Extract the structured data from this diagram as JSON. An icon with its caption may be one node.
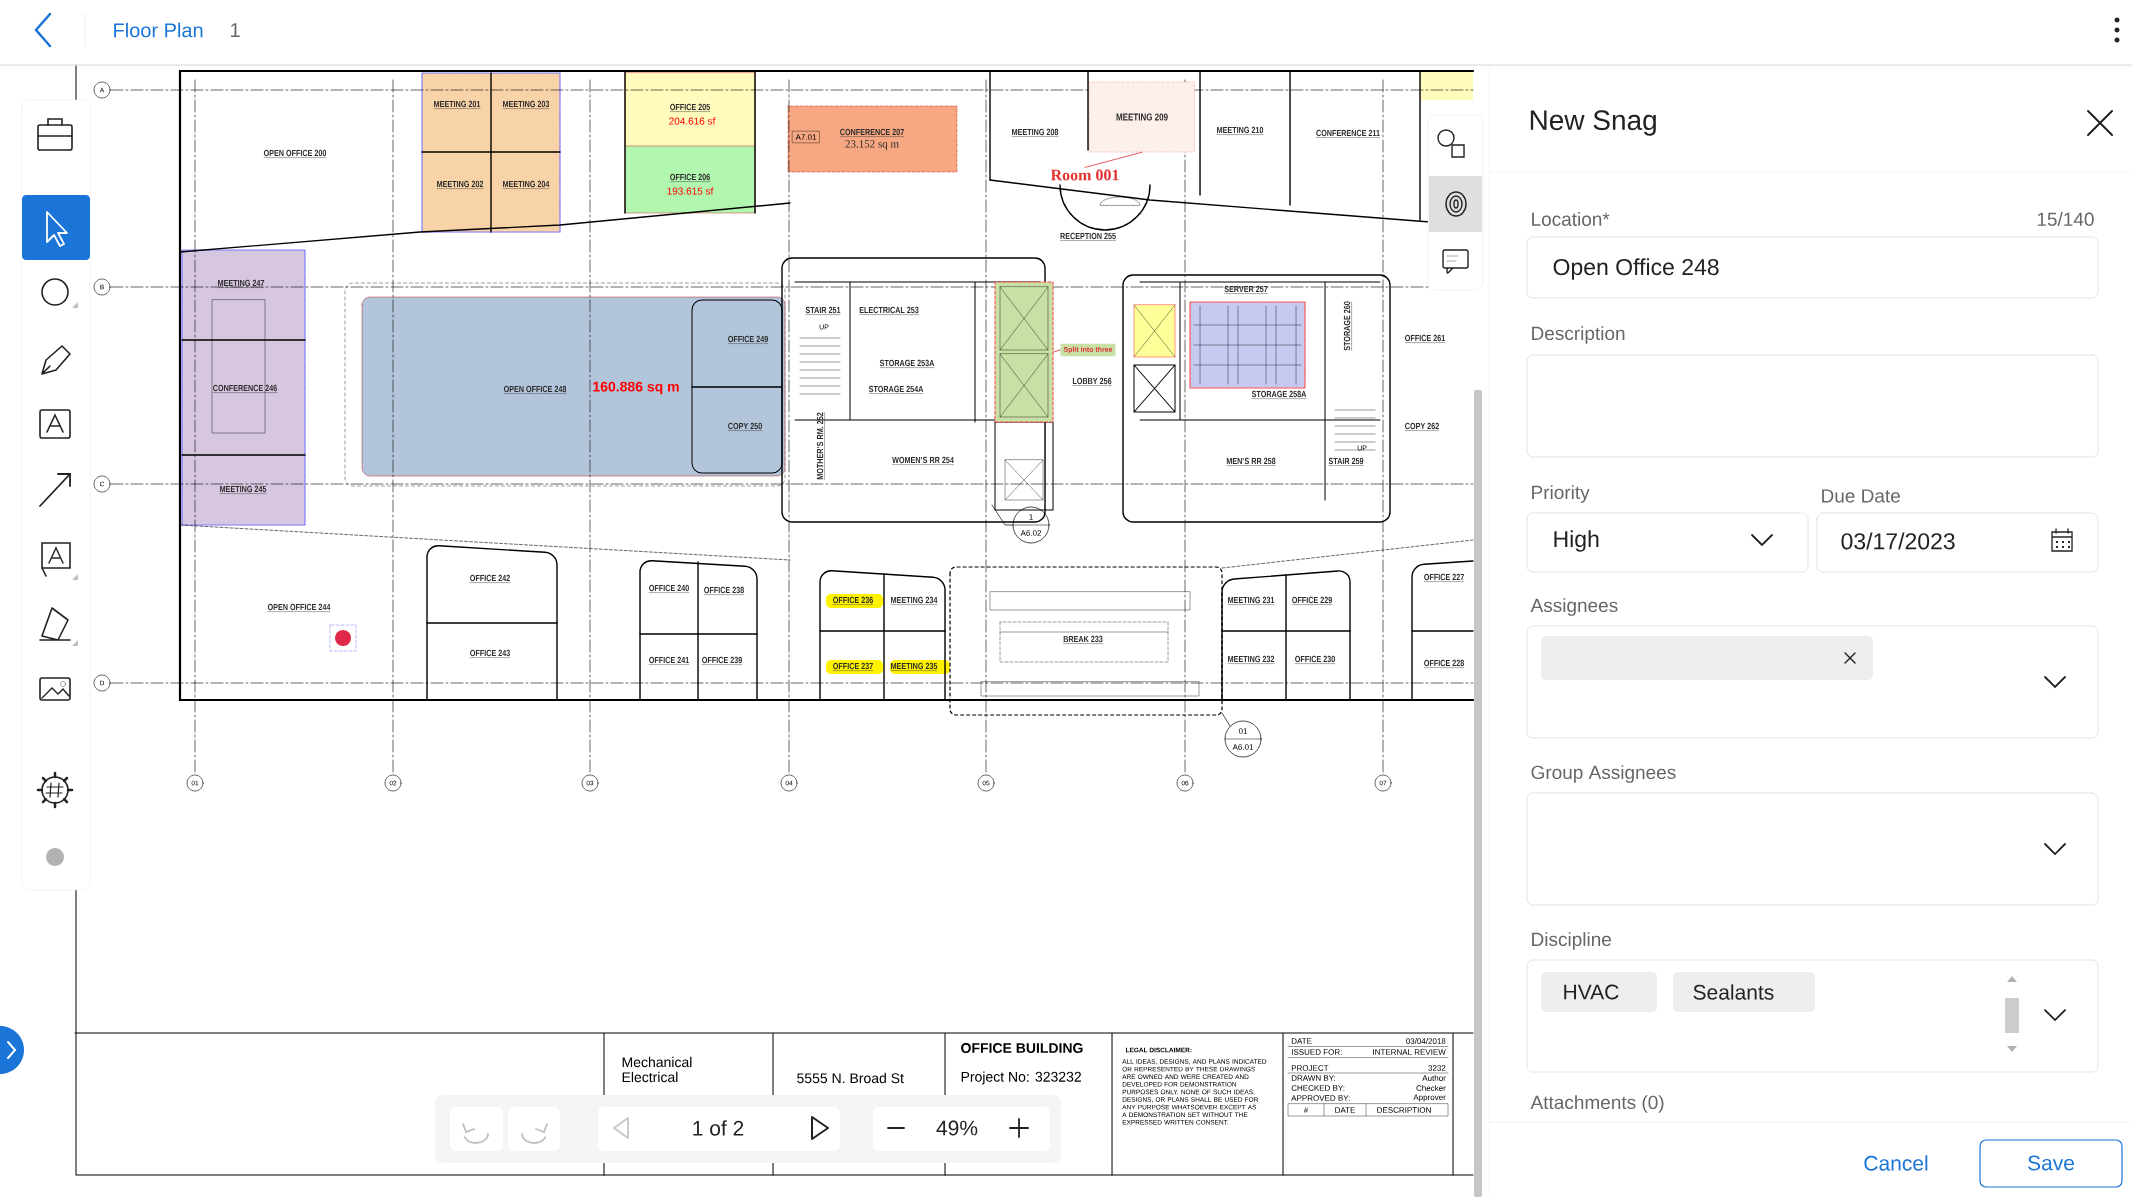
{
  "diagram": {
    "nodes": [
      {
        "text": [
          "Room 001"
        ]
      },
      {
        "text": [
          "MEETING 209"
        ]
      },
      {
        "text": [
          "Split into three"
        ]
      },
      {
        "text": [],
        "shape": "cloud"
      },
      {
        "text": [
          "1",
          "A6.02"
        ]
      },
      {
        "text": [
          "01",
          "A6.01"
        ]
      },
      {
        "text": [],
        "shape": "box"
      },
      {
        "text": [],
        "shape": "box"
      },
      {
        "text": [],
        "shape": "box"
      },
      {
        "text": [],
        "shape": "box"
      }
    ],
    "edges": [
      {
        "from": 0,
        "to": 1,
        "arrow": "none",
        "color": "#e03030"
      },
      {
        "from": 2,
        "to": 3,
        "arrow": "none",
        "color": "#e03030"
      },
      {
        "from": 4,
        "to": null,
        "arrow": "none",
        "color": "#222222"
      },
      {
        "from": 5,
        "to": null,
        "arrow": "none",
        "color": "#222222"
      }
    ],
    "labels": [
      "Floor Plan",
      "1",
      "New Snag",
      "Location*",
      "15/140",
      "Open Office 248",
      "Description",
      "Priority",
      "Due Date",
      "High",
      "03/17/2023",
      "Assignees",
      "Group Assignees",
      "Discipline",
      "HVAC",
      "Sealants",
      "Attachments (0)",
      "Cancel",
      "Save",
      "1 of 2",
      "49%",
      "Mechanical",
      "Electrical",
      "5555 N. Broad St",
      "OFFICE BUILDING",
      "Project No: 323232",
      "LEGAL DISCLAIMER:",
      "ALL IDEAS, DESIGNS, AND PLANS INDICATED OR REPRESENTED BY THESE DRAWINGS ARE OWNED AND WERE CREATED AND DEVELOPED FOR DEMONSTRATION PURPOSES ONLY. NONE OF SUCH IDEAS, DESIGNS, OR PLANS SHALL BE USED FOR ANY PURPOSE WHATSOEVER EXCEPT AS A DEMONSTRATION SET WITHOUT THE EXPRESSED WRITTEN CONSENT.",
      "DATE",
      "03/04/2018",
      "ISSUED FOR:",
      "INTERNAL REVIEW",
      "PROJECT",
      "3232",
      "DRAWN BY:",
      "Author",
      "CHECKED BY:",
      "Checker",
      "APPROVED BY:",
      "Approver",
      "#",
      "DATE",
      "DESCRIPTION",
      "A",
      "B",
      "C",
      "D",
      "01",
      "02",
      "03",
      "04",
      "05",
      "06",
      "07",
      "OPEN OFFICE 200",
      "MEETING 201",
      "MEETING 203",
      "MEETING 202",
      "MEETING 204",
      "OFFICE 205",
      "204.616 sf",
      "OFFICE 206",
      "193.615 sf",
      "A7.01",
      "CONFERENCE 207",
      "23.152 sq m",
      "MEETING 208",
      "MEETING 210",
      "CONFERENCE 211",
      "RECEPTION 255",
      "MEETING 247",
      "CONFERENCE 246",
      "MEETING 245",
      "OPEN OFFICE 248",
      "160.886 sq m",
      "OFFICE 249",
      "COPY 250",
      "STAIR 251",
      "ELECTRICAL 253",
      "UP",
      "STORAGE 253A",
      "STORAGE 254A",
      "MOTHER'S RM. 252",
      "WOMEN'S RR 254",
      "LOBBY 256",
      "SERVER 257",
      "STORAGE 260",
      "OFFICE 261",
      "STORAGE 258A",
      "UP",
      "COPY 262",
      "MEN'S RR 258",
      "STAIR 259",
      "OPEN OFFICE 244",
      "OFFICE 242",
      "OFFICE 240",
      "OFFICE 238",
      "OFFICE 236",
      "MEETING 234",
      "MEETING 231",
      "OFFICE 229",
      "OFFICE 227",
      "BREAK 233",
      "OFFICE 243",
      "OFFICE 241",
      "OFFICE 239",
      "OFFICE 237",
      "MEETING 235",
      "MEETING 232",
      "OFFICE 230",
      "OFFICE 228"
    ]
  }
}
